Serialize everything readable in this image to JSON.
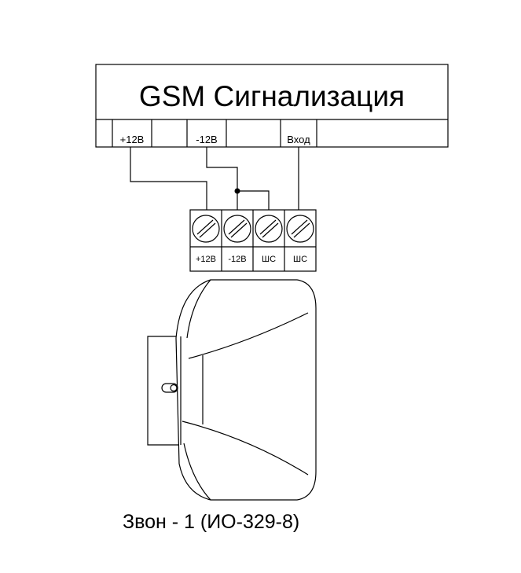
{
  "module": {
    "title": "GSM Сигнализация",
    "pins": [
      "+12В",
      "-12В",
      "Вход"
    ]
  },
  "terminal_block": {
    "labels": [
      "+12В",
      "-12В",
      "ШС",
      "ШС"
    ]
  },
  "device": {
    "caption": "Звон - 1 (ИО-329-8)"
  }
}
